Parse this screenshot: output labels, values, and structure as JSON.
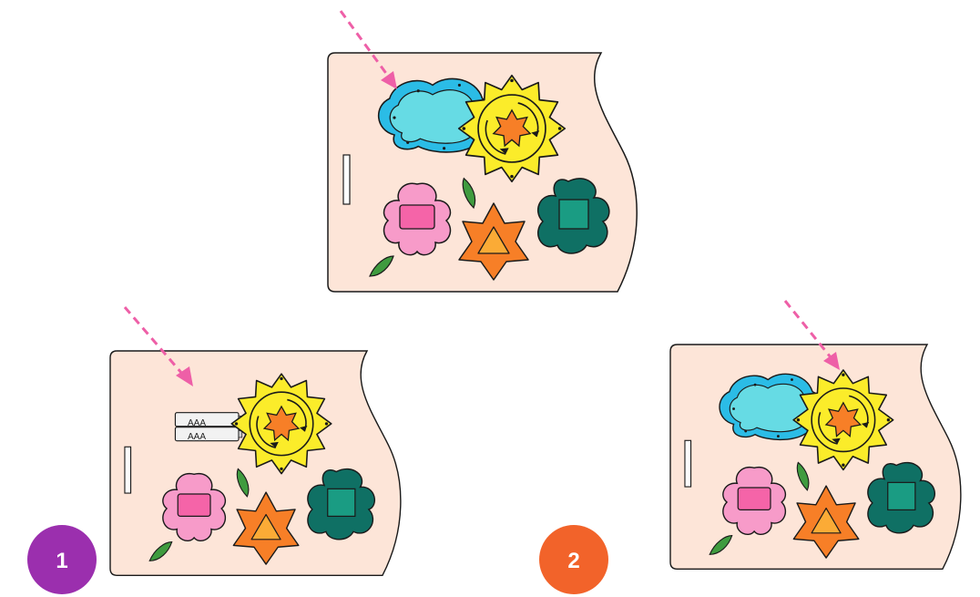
{
  "steps": [
    {
      "label": "1",
      "color": "#9b2fae"
    },
    {
      "label": "2",
      "color": "#f2632a"
    }
  ],
  "battery_labels": [
    "AAA",
    "AAA"
  ],
  "colors": {
    "panel": "#fde5d8",
    "arrow": "#ee5fa7",
    "pond_outer": "#2bbce6",
    "pond_inner": "#66dbe4",
    "sun": "#fbec2a",
    "sun_center": "#f77f27",
    "flower_pink": "#f79bc9",
    "flower_pink_square": "#f564a8",
    "flower_orange": "#f77f27",
    "flower_orange_triangle": "#fbab36",
    "clover_teal": "#0f7064",
    "clover_square": "#1a9c83",
    "leaf": "#3f9b3f"
  },
  "icons": [
    "pond-cover",
    "sun-dial",
    "pink-flower",
    "orange-flower",
    "teal-clover",
    "leaf",
    "battery-pack",
    "insert-arrow"
  ]
}
